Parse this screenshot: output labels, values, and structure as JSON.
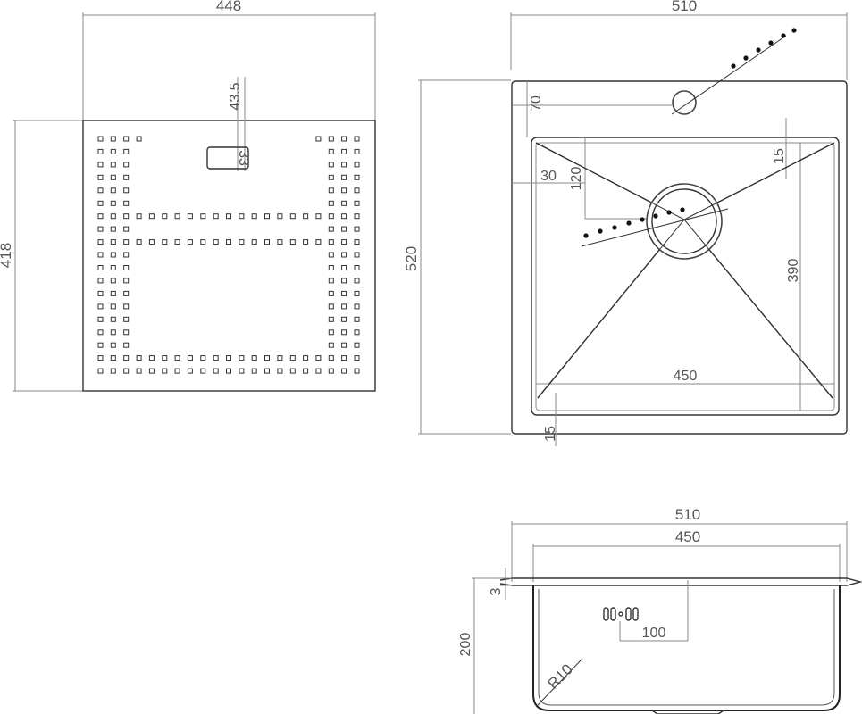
{
  "drawing": {
    "colors": {
      "line": "#333333",
      "dimension": "#888888",
      "text": "#555555",
      "background": "#ffffff"
    },
    "grid_panel": {
      "width_label": "448",
      "height_label": "418",
      "slot_offset_label": "43.5",
      "slot_height_label": "33"
    },
    "top_view": {
      "width_label": "510",
      "height_label": "520",
      "tap_offset_label": "70",
      "side_margin_label": "30",
      "drain_offset_label": "120",
      "top_inner_offset_label": "15",
      "bowl_depth_label": "390",
      "bowl_width_label": "450",
      "bottom_margin_label": "15"
    },
    "side_view": {
      "outer_width_label": "510",
      "bowl_width_label": "450",
      "thickness_label": "3",
      "depth_label": "200",
      "overflow_label": "100",
      "radius_label": "R10"
    }
  }
}
